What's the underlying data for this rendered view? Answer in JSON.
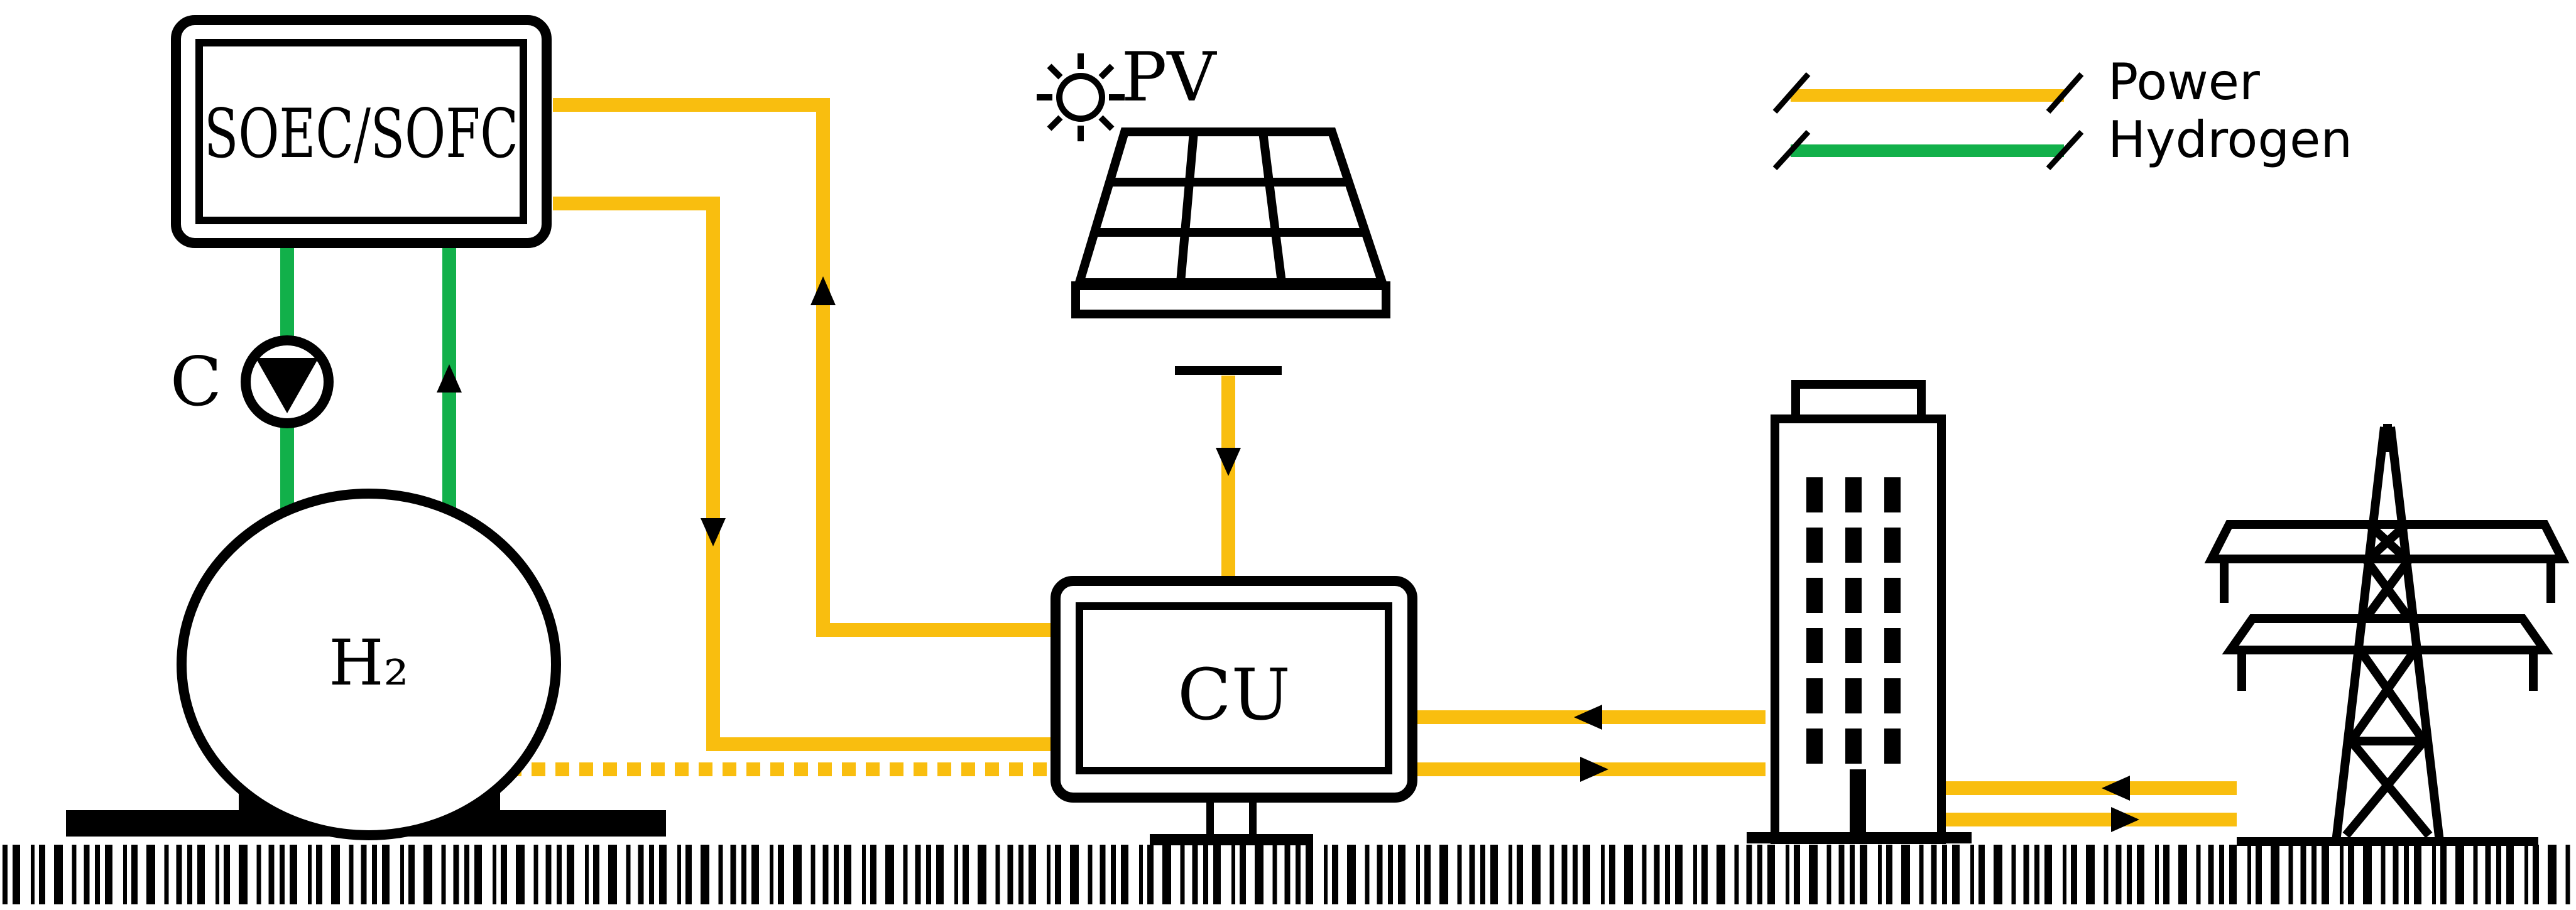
{
  "colors": {
    "power": "#F9BE0F",
    "hydrogen": "#12B04A",
    "outline": "#000000",
    "background": "#FFFFFF"
  },
  "components": {
    "soec_sofc": {
      "label": "SOEC/SOFC"
    },
    "pv": {
      "label": "PV",
      "icon": "sun-icon"
    },
    "compressor": {
      "label": "C",
      "icon": "pump-icon"
    },
    "tank": {
      "label": "H₂"
    },
    "cu": {
      "label": "CU"
    },
    "building": {
      "icon": "building-icon"
    },
    "grid": {
      "icon": "transmission-tower-icon"
    }
  },
  "legend": {
    "items": [
      {
        "label": "Power",
        "key": "power"
      },
      {
        "label": "Hydrogen",
        "key": "hydrogen"
      }
    ]
  }
}
